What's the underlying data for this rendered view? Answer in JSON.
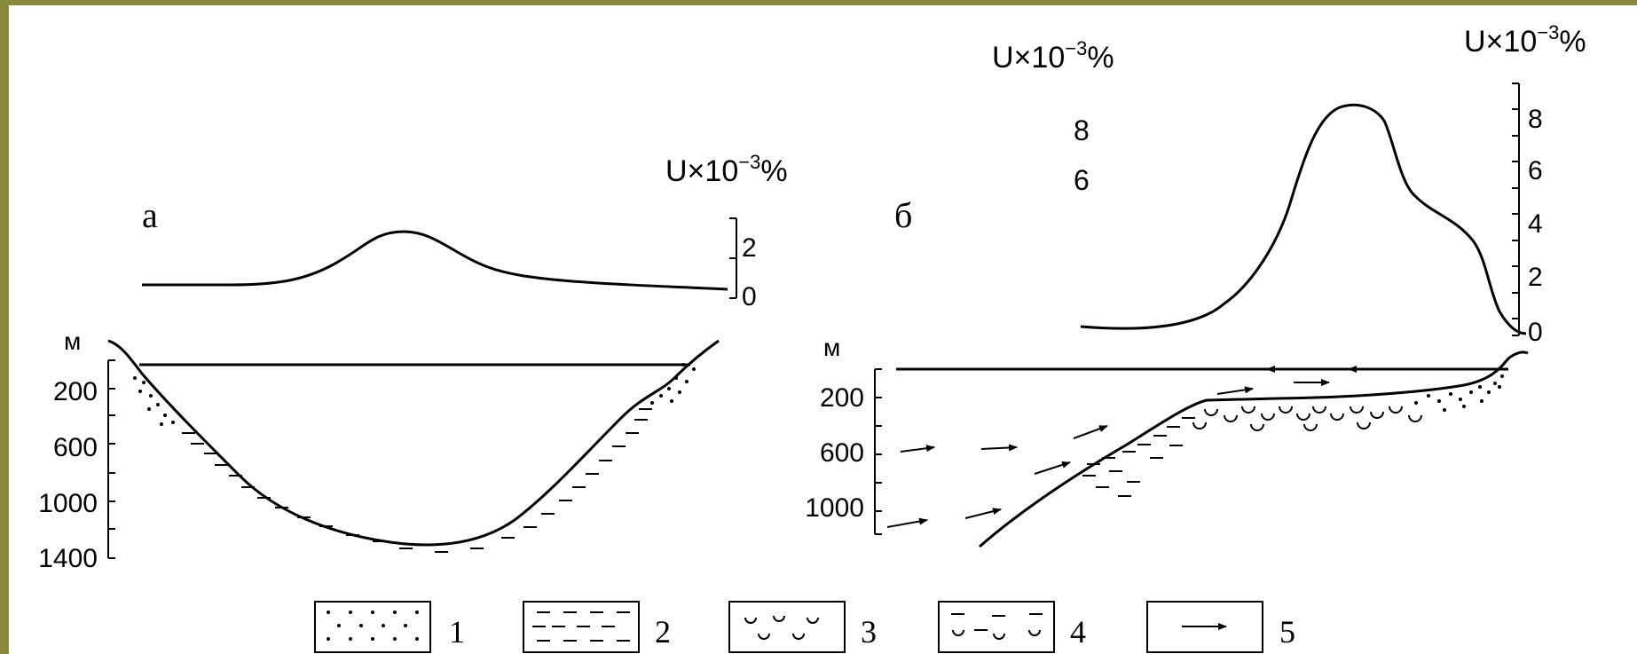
{
  "panel_a": {
    "letter": "а",
    "unit_base": "U×10",
    "unit_exp": "−3",
    "unit_suffix": "%",
    "scale_ticks": [
      "2",
      "0"
    ],
    "depth_unit": "м",
    "depth_ticks": [
      "200",
      "600",
      "1000",
      "1400"
    ]
  },
  "panel_b": {
    "letter": "б",
    "unit_base": "U×10",
    "unit_exp": "−3",
    "unit_suffix": "%",
    "left_unit_base": "U×10",
    "left_unit_exp": "−3",
    "left_unit_suffix": "%",
    "left_numbers": [
      "8",
      "6"
    ],
    "scale_ticks": [
      "8",
      "6",
      "4",
      "2",
      "0"
    ],
    "depth_unit": "м",
    "depth_ticks": [
      "200",
      "600",
      "1000"
    ]
  },
  "legend": [
    {
      "number": "1",
      "pattern": "dots"
    },
    {
      "number": "2",
      "pattern": "dashes"
    },
    {
      "number": "3",
      "pattern": "cups"
    },
    {
      "number": "4",
      "pattern": "dashes-cups"
    },
    {
      "number": "5",
      "pattern": "arrow"
    }
  ],
  "colors": {
    "frame": "#8a8a3a",
    "background": "#ffffff",
    "ink": "#000000"
  }
}
